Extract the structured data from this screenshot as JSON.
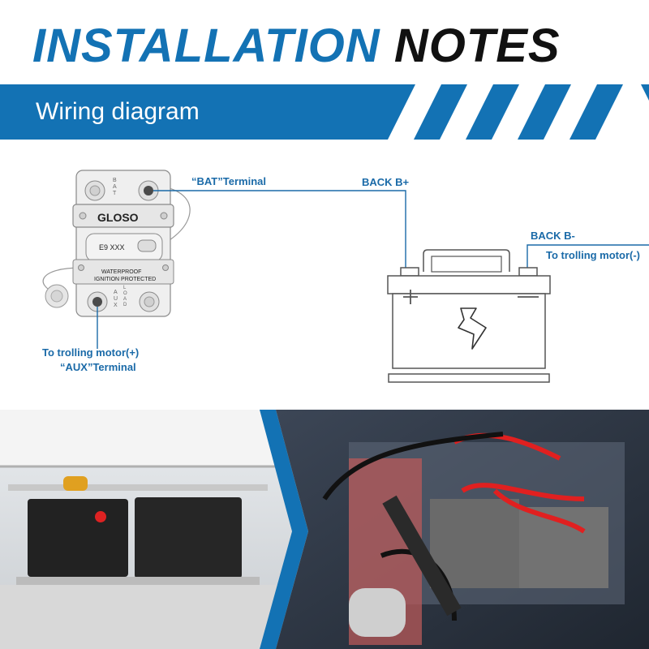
{
  "title": {
    "word1": "INSTALLATION",
    "word2": "NOTES"
  },
  "section_label": "Wiring diagram",
  "breaker": {
    "brand": "GLOSO",
    "model": "E9  XXX",
    "text_line1": "WATERPROOF",
    "text_line2": "IGNITION  PROTECTED",
    "bat_letters": "BAT",
    "aux_letters": "AUX",
    "load_letters": "LOAD"
  },
  "labels": {
    "bat_terminal": "“BAT”Terminal",
    "back_b_plus": "BACK B+",
    "back_b_minus": "BACK B-",
    "to_motor_minus": "To trolling motor(-)",
    "to_motor_plus": "To trolling motor(+)",
    "aux_terminal": "“AUX”Terminal"
  },
  "colors": {
    "brand_blue": "#1372b4",
    "wire_blue": "#1a6aa8",
    "dark": "#111111"
  }
}
